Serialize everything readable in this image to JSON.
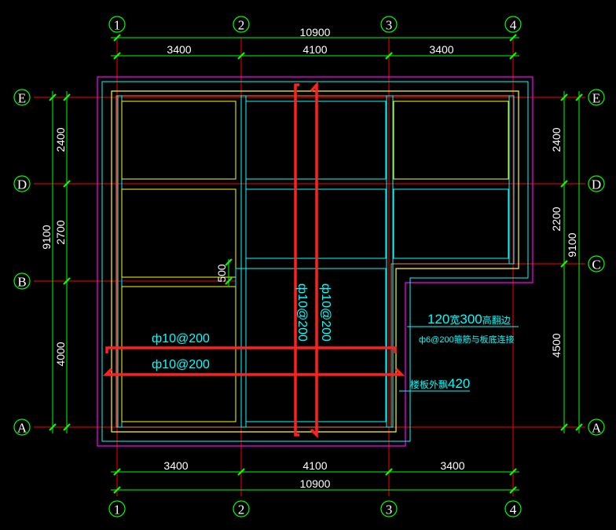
{
  "axes": {
    "vertical": [
      "1",
      "2",
      "3",
      "4"
    ],
    "horizontal": [
      "E",
      "D",
      "B",
      "A"
    ],
    "right_horizontal": [
      "E",
      "D",
      "C",
      "A"
    ]
  },
  "dimensions": {
    "top_total": "10900",
    "top_segments": [
      "3400",
      "4100",
      "3400"
    ],
    "bottom_total": "10900",
    "bottom_segments": [
      "3400",
      "4100",
      "3400"
    ],
    "left_total": "9100",
    "left_segments": [
      "2400",
      "2700",
      "4000"
    ],
    "right_total": "9100",
    "right_segments": [
      "2400",
      "2200",
      "4500"
    ],
    "offset_500": "500"
  },
  "rebar_labels": {
    "horizontal_1": "ф10@200",
    "horizontal_2": "ф10@200",
    "vertical_1": "ф10@200",
    "vertical_2": "ф10@200"
  },
  "notes": {
    "upturn_beam_line1_prefix": "120",
    "upturn_beam_line1_mid": "宽",
    "upturn_beam_line1_num": "300",
    "upturn_beam_line1_suffix": "高翻边",
    "upturn_beam_line2": "ф6@200箍筋与板底连接",
    "slab_overhang_prefix": "楼板外飘",
    "slab_overhang_value": "420"
  },
  "colors": {
    "grid_red": "#ff0000",
    "dim_green": "#00ff00",
    "cyan": "#00ffff",
    "yellow": "#ffff00",
    "magenta": "#ff00ff",
    "rebar_red": "#ff2020",
    "white": "#ffffff"
  }
}
